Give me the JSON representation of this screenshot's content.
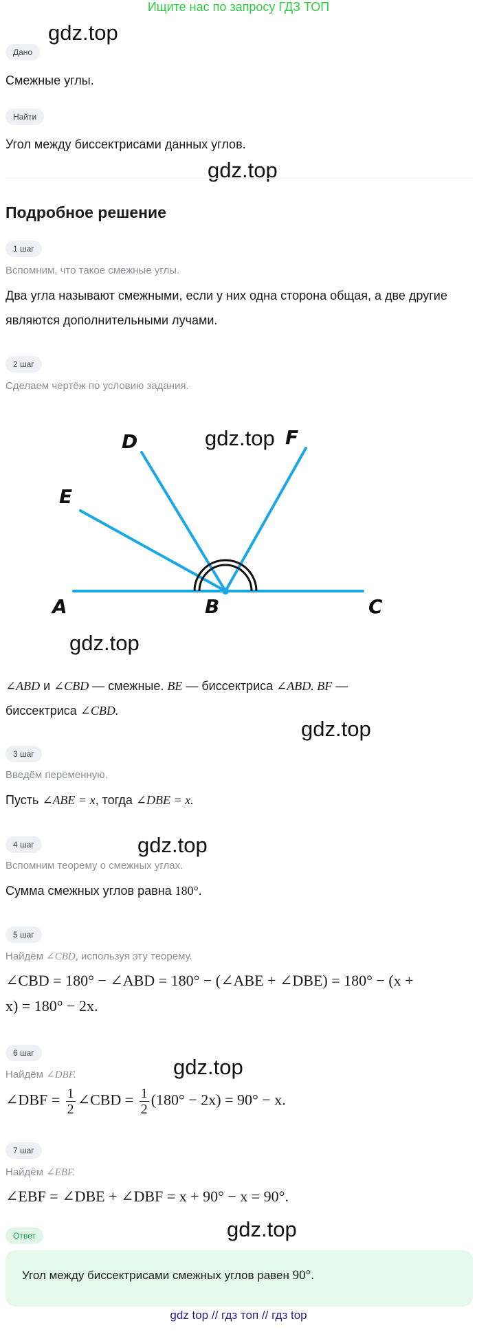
{
  "banner": "Ищите нас по запросу ГДЗ ТОП",
  "watermark": "gdz.top",
  "given": {
    "label": "Дано",
    "text": "Смежные углы."
  },
  "find": {
    "label": "Найти",
    "text": "Угол между биссектрисами данных углов."
  },
  "solution_title": "Подробное решение",
  "steps": [
    {
      "label": "1 шаг",
      "hint": "Вспомним, что такое смежные углы.",
      "line1": "Два угла называют смежными, если у них одна сторона общая, а две другие",
      "line2": "являются дополнительными лучами."
    },
    {
      "label": "2 шаг",
      "hint": "Сделаем чертёж по условию задания.",
      "diagram_labels": {
        "A": "A",
        "B": "B",
        "C": "C",
        "D": "D",
        "E": "E",
        "F": "F"
      },
      "text_a1": "∠ABD",
      "text_a2": " и ",
      "text_a3": "∠CBD",
      "text_a4": " — смежные. ",
      "text_a5": "BE",
      "text_a6": " — биссектриса ",
      "text_a7": "∠ABD. BF",
      "text_a8": " —",
      "text_b1": "биссектриса ",
      "text_b2": "∠CBD."
    },
    {
      "label": "3 шаг",
      "hint": "Введём переменную.",
      "t1": "Пусть ",
      "t2": "∠ABE = x",
      "t3": ", тогда ",
      "t4": "∠DBE = x."
    },
    {
      "label": "4 шаг",
      "hint": "Вспомним теорему о смежных углах.",
      "t1": "Сумма смежных углов равна ",
      "t2": "180°."
    },
    {
      "label": "5 шаг",
      "hint_a": "Найдём ",
      "hint_b": "∠CBD",
      "hint_c": ", используя эту теорему.",
      "line1": "∠CBD = 180° − ∠ABD = 180° − (∠ABE + ∠DBE) = 180° − (x +",
      "line2": "x) = 180° − 2x."
    },
    {
      "label": "6 шаг",
      "hint_a": "Найдём ",
      "hint_b": "∠DBF.",
      "f1": "∠DBF = ",
      "frac_num": "1",
      "frac_den": "2",
      "f2": "∠CBD = ",
      "f3": "(180° − 2x) = 90° − x."
    },
    {
      "label": "7 шаг",
      "hint_a": "Найдём ",
      "hint_b": "∠EBF.",
      "line": "∠EBF = ∠DBE + ∠DBF = x + 90° − x = 90°."
    }
  ],
  "answer": {
    "label": "Ответ",
    "t1": "Угол между биссектрисами смежных углов равен ",
    "t2": "90°."
  },
  "footer": {
    "link1": "gdz top",
    "sep1": " // ",
    "link2": "гдз топ",
    "sep2": " // ",
    "link3": "гдз top"
  },
  "colors": {
    "accent_green": "#2ecc40",
    "line_blue": "#1aa7e6",
    "answer_bg": "#e4f9ea"
  }
}
